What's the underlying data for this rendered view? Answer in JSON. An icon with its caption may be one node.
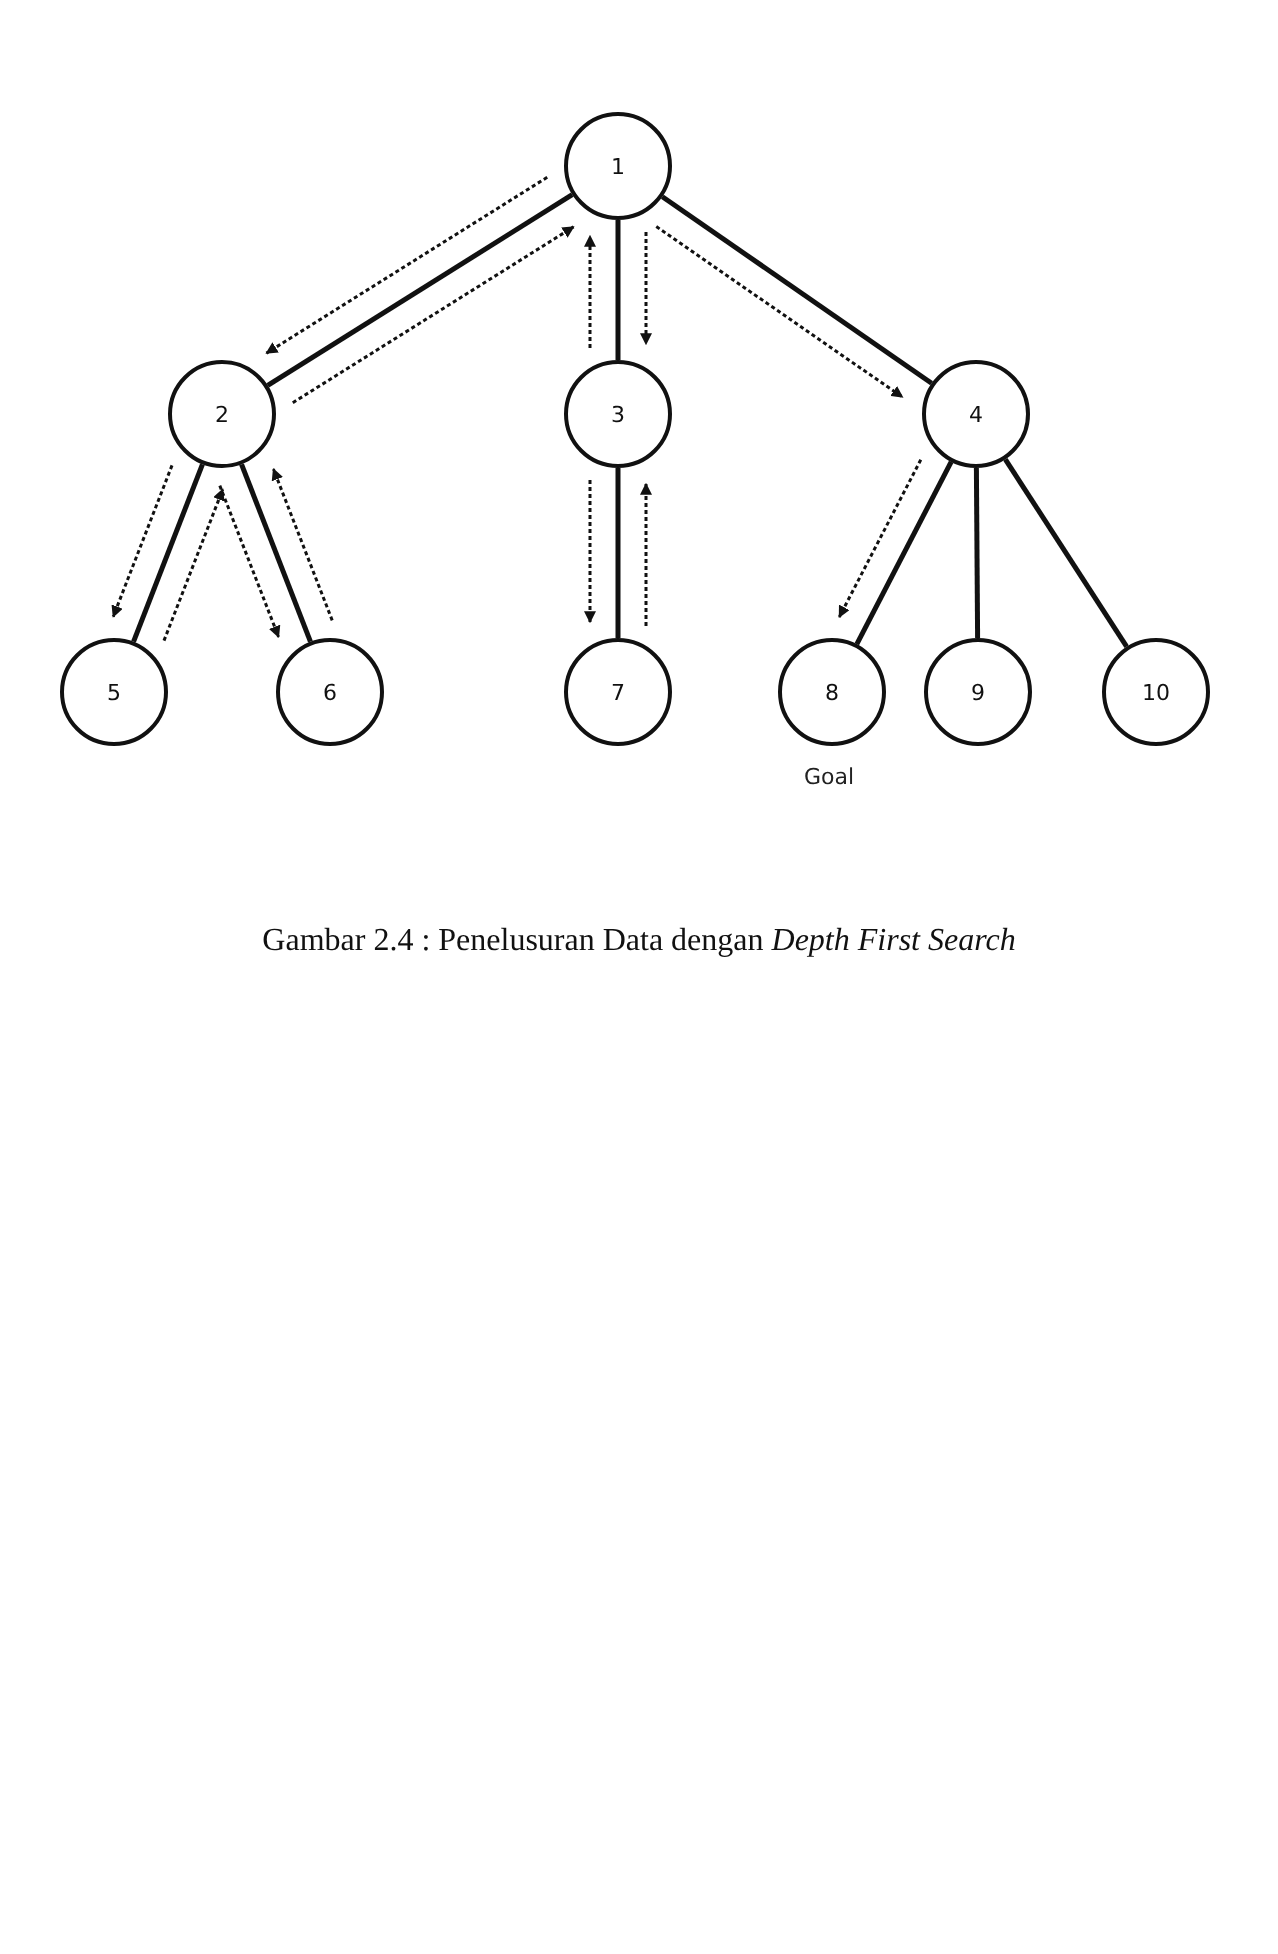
{
  "diagram": {
    "caption": "Gambar 2.4 : Penelusuran Data dengan *Depth First Search*",
    "nodes": [
      {
        "text": [
          "1"
        ]
      },
      {
        "text": [
          "2"
        ]
      },
      {
        "text": [
          "3"
        ]
      },
      {
        "text": [
          "4"
        ]
      },
      {
        "text": [
          "5"
        ]
      },
      {
        "text": [
          "6"
        ]
      },
      {
        "text": [
          "7"
        ]
      },
      {
        "text": [
          "8"
        ],
        "beside": [
          "Goal"
        ]
      },
      {
        "text": [
          "9"
        ]
      },
      {
        "text": [
          "10"
        ]
      }
    ],
    "edges": [
      {
        "from": 0,
        "to": 1,
        "arrow": "none"
      },
      {
        "from": 0,
        "to": 2,
        "arrow": "none"
      },
      {
        "from": 0,
        "to": 3,
        "arrow": "none"
      },
      {
        "from": 1,
        "to": 4,
        "arrow": "none"
      },
      {
        "from": 1,
        "to": 5,
        "arrow": "none"
      },
      {
        "from": 2,
        "to": 6,
        "arrow": "none"
      },
      {
        "from": 3,
        "to": 7,
        "arrow": "none"
      },
      {
        "from": 3,
        "to": 8,
        "arrow": "none"
      },
      {
        "from": 3,
        "to": 9,
        "arrow": "none"
      },
      {
        "from": 0,
        "to": 1,
        "arrow": "to",
        "style": "dashed"
      },
      {
        "from": 1,
        "to": 4,
        "arrow": "to",
        "style": "dashed"
      },
      {
        "from": 4,
        "to": 1,
        "arrow": "to",
        "style": "dashed"
      },
      {
        "from": 1,
        "to": 5,
        "arrow": "to",
        "style": "dashed"
      },
      {
        "from": 5,
        "to": 1,
        "arrow": "to",
        "style": "dashed"
      },
      {
        "from": 1,
        "to": 0,
        "arrow": "to",
        "style": "dashed"
      },
      {
        "from": 0,
        "to": 2,
        "arrow": "to",
        "style": "dashed"
      },
      {
        "from": 2,
        "to": 6,
        "arrow": "to",
        "style": "dashed"
      },
      {
        "from": 6,
        "to": 2,
        "arrow": "to",
        "style": "dashed"
      },
      {
        "from": 2,
        "to": 0,
        "arrow": "to",
        "style": "dashed"
      },
      {
        "from": 0,
        "to": 3,
        "arrow": "to",
        "style": "dashed"
      },
      {
        "from": 3,
        "to": 7,
        "arrow": "to",
        "style": "dashed"
      }
    ]
  }
}
